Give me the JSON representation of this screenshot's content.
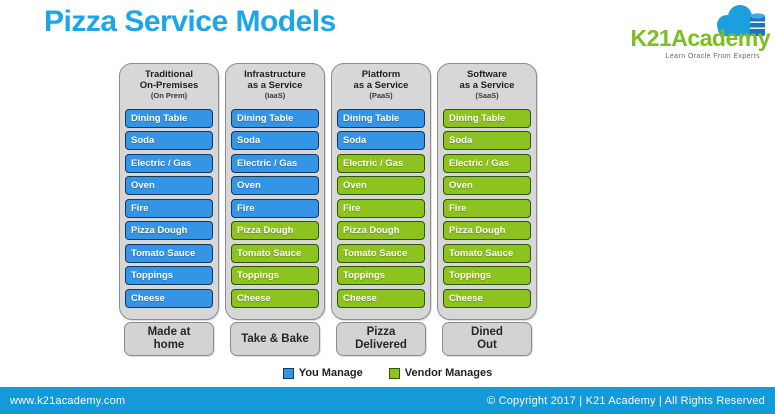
{
  "title": "Pizza Service Models",
  "logo": {
    "text": "K21Academy",
    "tagline": "Learn Oracle From Experts"
  },
  "colors": {
    "you_manage": "#3495E6",
    "you_manage_border": "#16375F",
    "vendor_manages": "#8DC31E",
    "vendor_manages_border": "#2F540D",
    "title_accent": "#1CA6E8",
    "footer_bar": "#1499DB",
    "logo_green": "#7DBE20",
    "cloud_blue": "#1B9FDF"
  },
  "rows": [
    "Dining Table",
    "Soda",
    "Electric / Gas",
    "Oven",
    "Fire",
    "Pizza Dough",
    "Tomato Sauce",
    "Toppings",
    "Cheese"
  ],
  "columns": [
    {
      "title": [
        "Traditional",
        "On-Premises"
      ],
      "subtitle": "(On Prem)",
      "you_manage_count": 9,
      "result_label": "Made at\nhome"
    },
    {
      "title": [
        "Infrastructure",
        "as a Service"
      ],
      "subtitle": "(IaaS)",
      "you_manage_count": 5,
      "result_label": "Take & Bake"
    },
    {
      "title": [
        "Platform",
        "as a Service"
      ],
      "subtitle": "(PaaS)",
      "you_manage_count": 2,
      "result_label": "Pizza\nDelivered"
    },
    {
      "title": [
        "Software",
        "as a Service"
      ],
      "subtitle": "(SaaS)",
      "you_manage_count": 0,
      "result_label": "Dined\nOut"
    }
  ],
  "legend": [
    {
      "label": "You Manage",
      "color_key": "you_manage"
    },
    {
      "label": "Vendor Manages",
      "color_key": "vendor_manages"
    }
  ],
  "footer": {
    "left": "www.k21academy.com",
    "right": "© Copyright 2017 | K21 Academy | All Rights Reserved"
  }
}
